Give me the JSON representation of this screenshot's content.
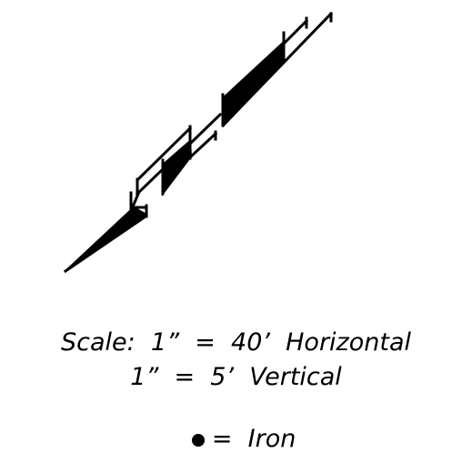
{
  "legend": {
    "scale_line": "Scale:  1”  =  40’  Horizontal",
    "vertical_line": "1”  =  5’  Vertical",
    "iron_label": "=  Iron"
  },
  "colors": {
    "ink": "#000000",
    "background": "#ffffff"
  }
}
